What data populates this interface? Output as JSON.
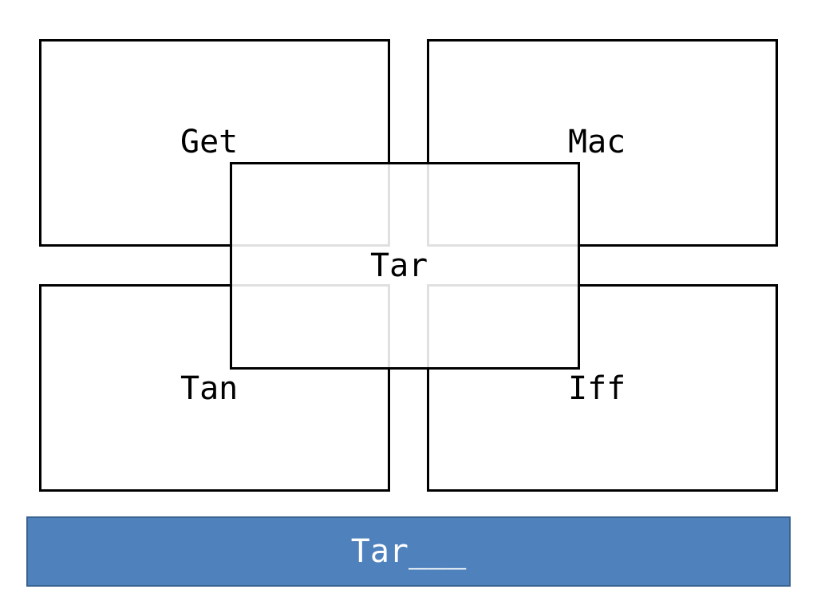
{
  "words": {
    "top_left": "Get",
    "top_right": "Mac",
    "bottom_left": "Tan",
    "bottom_right": "Iff",
    "center": "Tar"
  },
  "answer_bar": {
    "text": "Tar___",
    "color": "#4f81bd"
  },
  "colors": {
    "box_border": "#000000",
    "text": "#000000",
    "background": "#ffffff"
  }
}
